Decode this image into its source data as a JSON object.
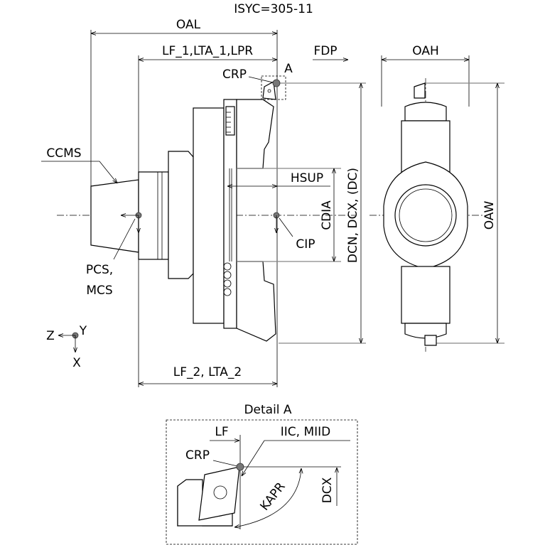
{
  "title": "ISYC=305-11",
  "labels": {
    "oal": "OAL",
    "lf1": "LF_1,LTA_1,LPR",
    "fdp": "FDP",
    "oah": "OAH",
    "crp": "CRP",
    "detail_ref": "A",
    "ccms": "CCMS",
    "hsup": "HSUP",
    "cdia": "CDIA",
    "dcn": "DCN, DCX, (DC)",
    "cip": "CIP",
    "oaw": "OAW",
    "pcs": "PCS,",
    "mcs": "MCS",
    "axis_z": "Z",
    "axis_y": "Y",
    "axis_x": "X",
    "lf2": "LF_2, LTA_2"
  },
  "detail": {
    "title": "Detail A",
    "lf": "LF",
    "iic": "IIC, MIID",
    "crp": "CRP",
    "kapr": "KAPR",
    "dcx": "DCX"
  }
}
